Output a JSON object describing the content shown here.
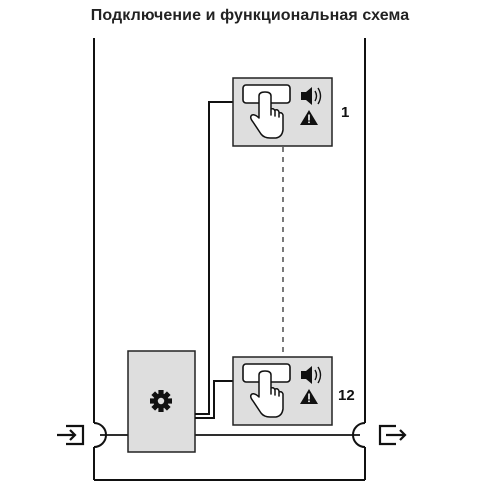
{
  "title": "Подключение и функциональная схема",
  "modules": [
    {
      "label": "1"
    },
    {
      "label": "12"
    }
  ],
  "colors": {
    "line": "#111111",
    "box_fill": "#dedede",
    "box_stroke": "#222222"
  },
  "icons": {
    "module": [
      "hand-press-icon",
      "speaker-icon",
      "warning-icon"
    ],
    "controller": "gear-icon",
    "input": "input-arrow-icon",
    "output": "output-arrow-icon"
  }
}
